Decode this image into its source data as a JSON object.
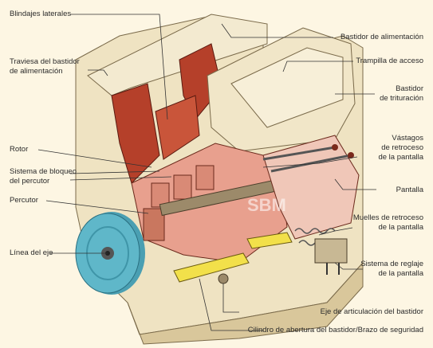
{
  "colors": {
    "background": "#fdf6e3",
    "frame": "#efe3c2",
    "frame_shadow": "#d9c79b",
    "liner": "#b5402a",
    "rotor": "#e8a08e",
    "pulley": "#5fb7c9",
    "cylinder": "#f2e04a",
    "leader": "#333333"
  },
  "labels": {
    "blindajes": "Blindajes laterales",
    "traviesa_1": "Traviesa del bastidor",
    "traviesa_2": "de alimentación",
    "rotor": "Rotor",
    "bloqueo_1": "Sistema de bloqueo",
    "bloqueo_2": "del percutor",
    "percutor": "Percutor",
    "eje": "Línea del eje",
    "bastidor_alim": "Bastidor de alimentación",
    "trampilla": "Trampilla de acceso",
    "bastidor_trit_1": "Bastidor",
    "bastidor_trit_2": "de trituración",
    "vastagos_1": "Vástagos",
    "vastagos_2": "de retroceso",
    "vastagos_3": "de la pantalla",
    "pantalla": "Pantalla",
    "muelles_1": "Muelles de retroceso",
    "muelles_2": "de la pantalla",
    "reglaje_1": "Sistema de reglaje",
    "reglaje_2": "de la pantalla",
    "articulacion": "Eje de articulación del bastidor",
    "cilindro": "Cilindro de abertura del bastidor/Brazo de seguridad"
  },
  "watermark": "SBM"
}
